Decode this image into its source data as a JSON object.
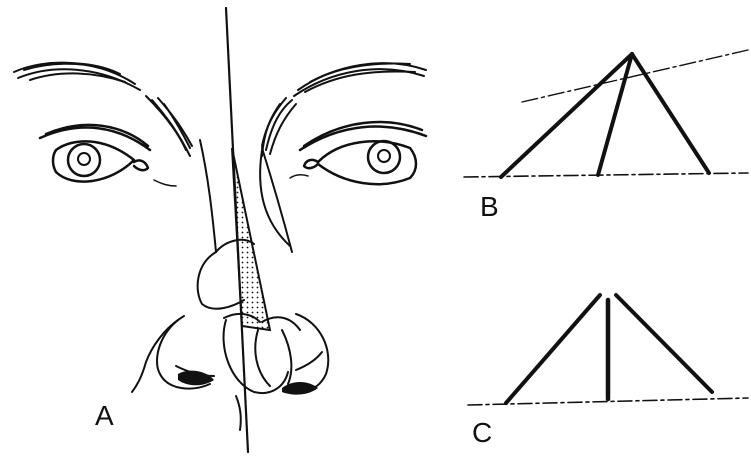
{
  "figure": {
    "panels": [
      {
        "id": "A",
        "label": "A",
        "content": "face-with-nasal-septum-deviation"
      },
      {
        "id": "B",
        "label": "B",
        "content": "asymmetric-triangle-schematic"
      },
      {
        "id": "C",
        "label": "C",
        "content": "symmetric-triangle-schematic"
      }
    ]
  },
  "colors": {
    "ink": "#111111",
    "background": "#ffffff"
  }
}
